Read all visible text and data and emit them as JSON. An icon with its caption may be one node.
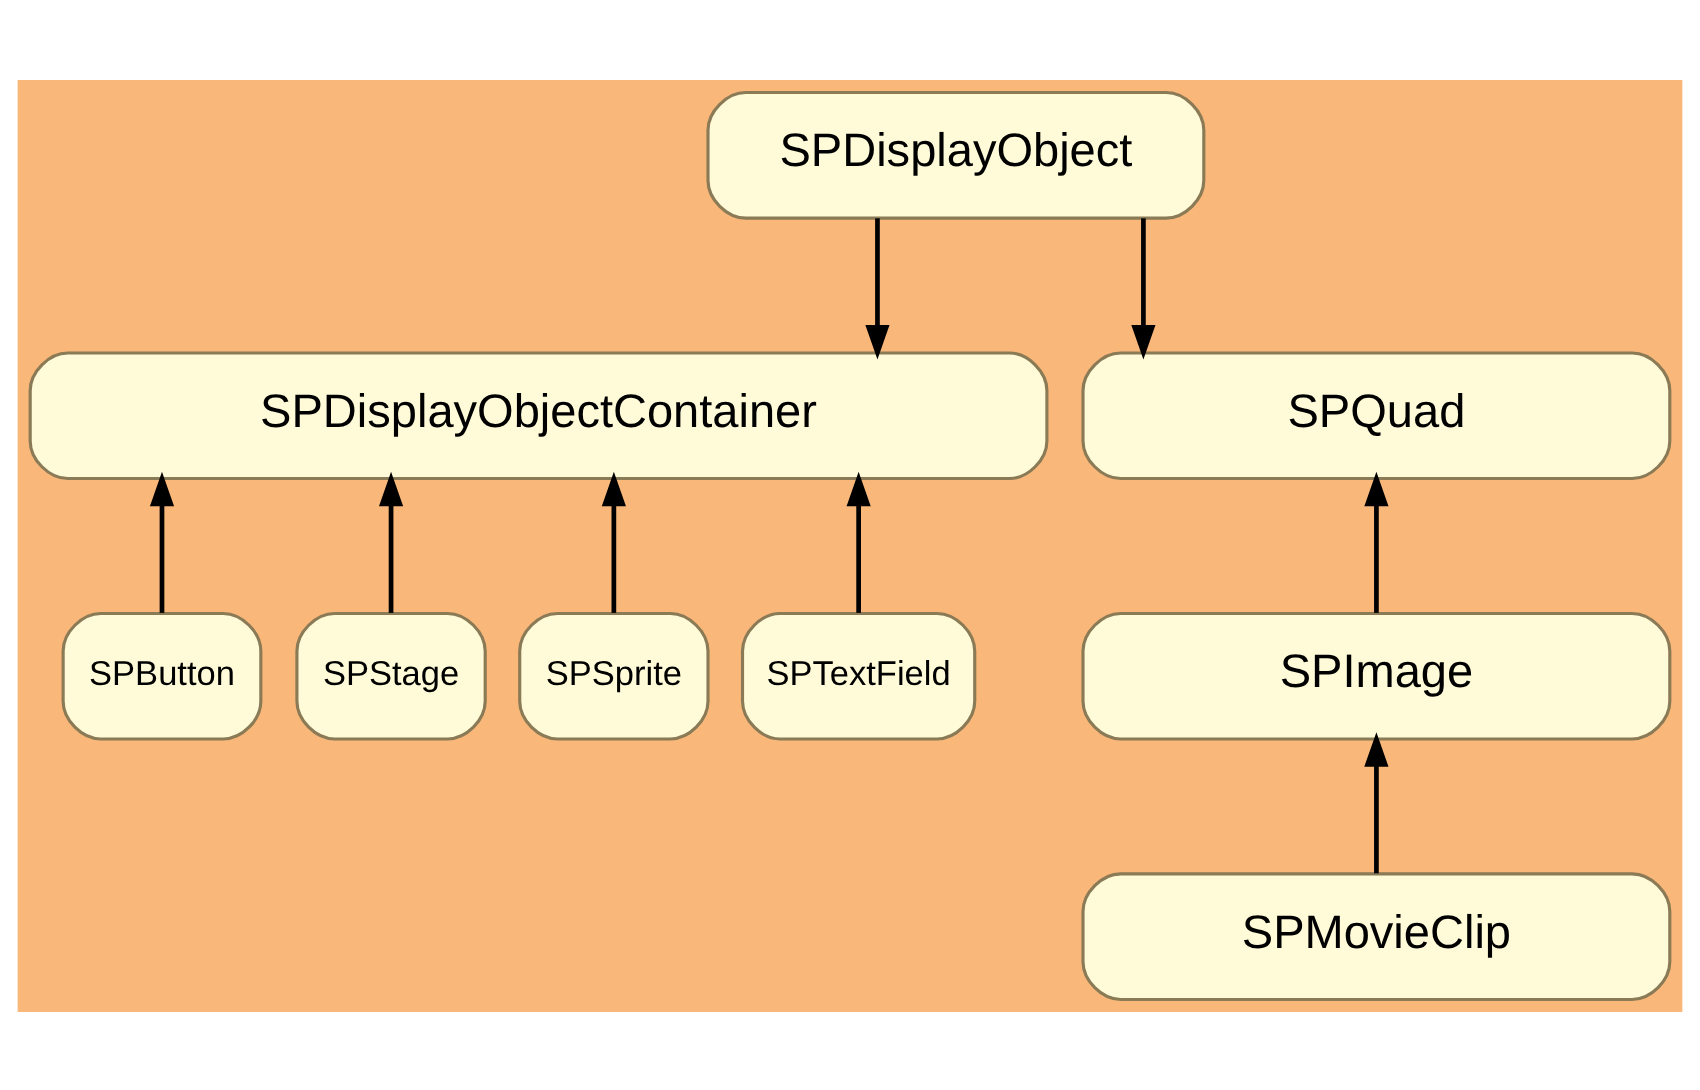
{
  "diagram": {
    "nodes": [
      {
        "text": [
          "SPDisplayObject"
        ]
      },
      {
        "text": [
          "SPDisplayObjectContainer"
        ]
      },
      {
        "text": [
          "SPQuad"
        ]
      },
      {
        "text": [
          "SPButton"
        ]
      },
      {
        "text": [
          "SPStage"
        ]
      },
      {
        "text": [
          "SPSprite"
        ]
      },
      {
        "text": [
          "SPTextField"
        ]
      },
      {
        "text": [
          "SPImage"
        ]
      },
      {
        "text": [
          "SPMovieClip"
        ]
      }
    ],
    "edges": [
      {
        "from": 0,
        "to": 1,
        "arrow": "to"
      },
      {
        "from": 0,
        "to": 2,
        "arrow": "to"
      },
      {
        "from": 3,
        "to": 1,
        "arrow": "to"
      },
      {
        "from": 4,
        "to": 1,
        "arrow": "to"
      },
      {
        "from": 5,
        "to": 1,
        "arrow": "to"
      },
      {
        "from": 6,
        "to": 1,
        "arrow": "to"
      },
      {
        "from": 7,
        "to": 2,
        "arrow": "to"
      },
      {
        "from": 8,
        "to": 7,
        "arrow": "to"
      }
    ]
  }
}
